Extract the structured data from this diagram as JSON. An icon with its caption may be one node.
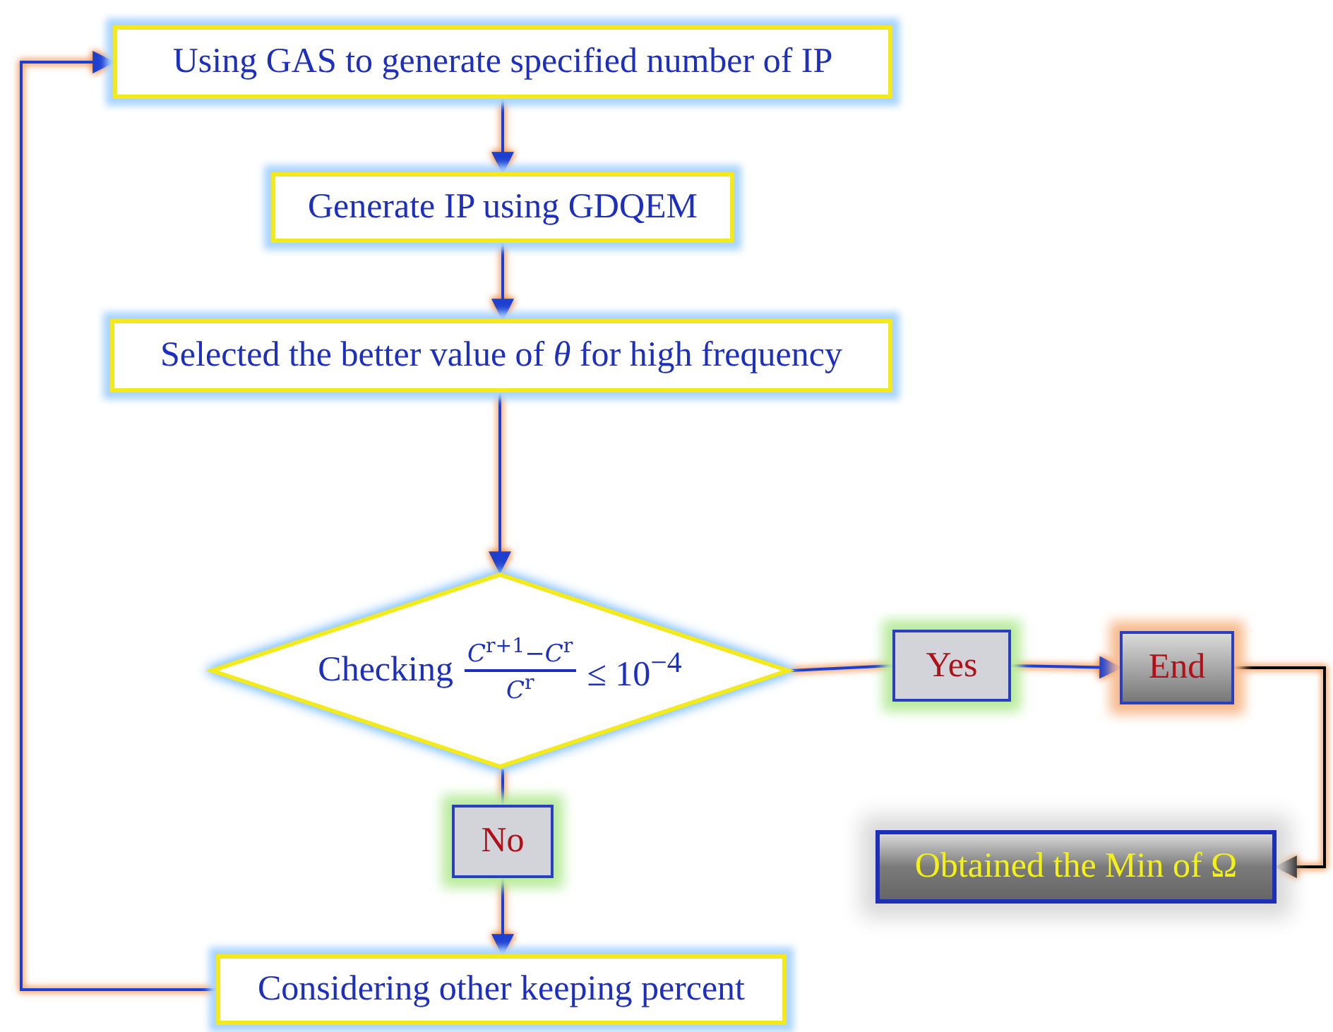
{
  "diagram": {
    "nodes": [
      {
        "text": [
          "Using GAS to generate specified number of IP"
        ]
      },
      {
        "text": [
          "Generate IP using GDQEM"
        ]
      },
      {
        "text": [
          "Selected the better value of *θ* for high frequency"
        ]
      },
      {
        "text": [
          "Checking",
          "*C*$^{r+1}$−*C*$^{r}$",
          "*C*$^{r}$",
          "≤ 10$^{−4}$"
        ]
      },
      {
        "text": [
          "Yes"
        ]
      },
      {
        "text": [
          "End"
        ]
      },
      {
        "text": [
          "Obtained the Min of Ω"
        ]
      },
      {
        "text": [
          "No"
        ]
      },
      {
        "text": [
          "Considering other keeping percent"
        ]
      }
    ],
    "edges": [
      {
        "from": 0,
        "to": 1,
        "arrow": "to"
      },
      {
        "from": 1,
        "to": 2,
        "arrow": "to"
      },
      {
        "from": 2,
        "to": 3,
        "arrow": "to"
      },
      {
        "from": 3,
        "to": 4,
        "arrow": "none"
      },
      {
        "from": 4,
        "to": 5,
        "arrow": "to"
      },
      {
        "from": 5,
        "to": 6,
        "arrow": "to",
        "color": "#000000"
      },
      {
        "from": 3,
        "to": 7,
        "arrow": "none"
      },
      {
        "from": 7,
        "to": 8,
        "arrow": "to"
      },
      {
        "from": 8,
        "to": 0,
        "arrow": "to"
      }
    ]
  }
}
